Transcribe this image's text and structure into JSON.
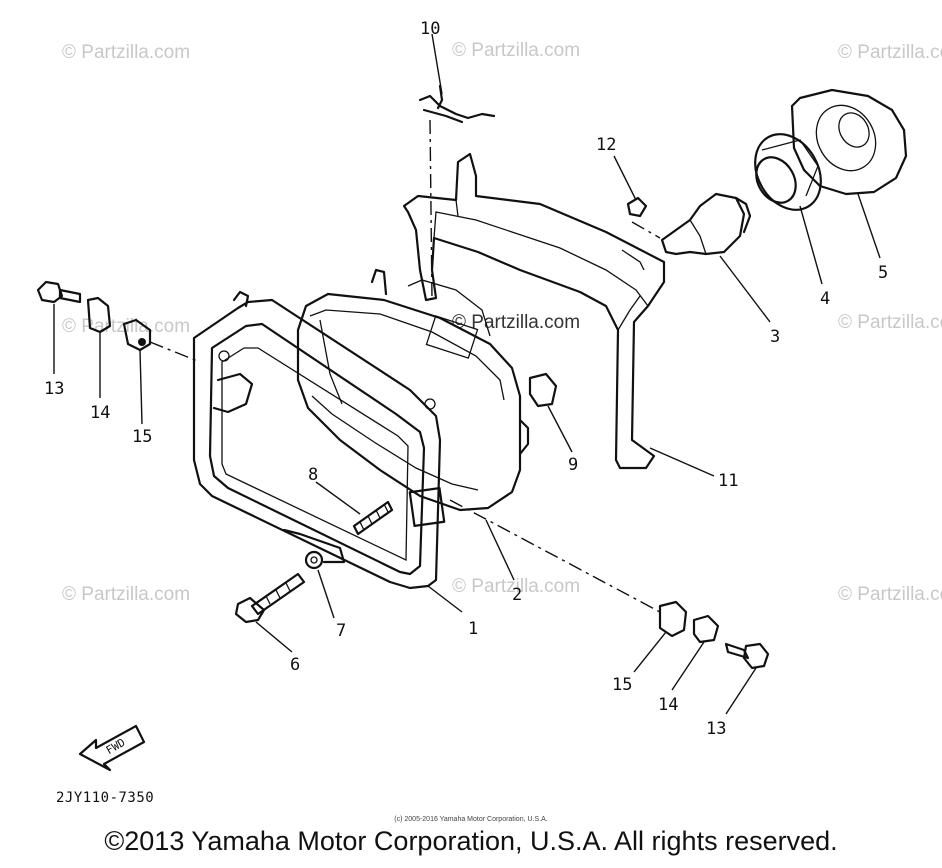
{
  "diagram": {
    "part_code": "2JY110-7350",
    "fwd_label": "FWD",
    "callouts": [
      "1",
      "2",
      "3",
      "4",
      "5",
      "6",
      "7",
      "8",
      "9",
      "10",
      "11",
      "12",
      "13",
      "14",
      "15",
      "13",
      "14",
      "15"
    ],
    "watermarks": [
      "© Partzilla.com",
      "© Partzilla.com",
      "© Partzilla.com",
      "© Partzilla.com",
      "© Partzilla.com",
      "© Partzilla.com",
      "© Partzilla.com",
      "© Partzilla.com"
    ],
    "center_watermark": "© Partzilla.com"
  },
  "footer": {
    "small_copyright": "(c) 2005-2016 Yamaha Motor Corporation, U.S.A.",
    "copyright": "©2013 Yamaha Motor Corporation, U.S.A. All rights reserved."
  }
}
